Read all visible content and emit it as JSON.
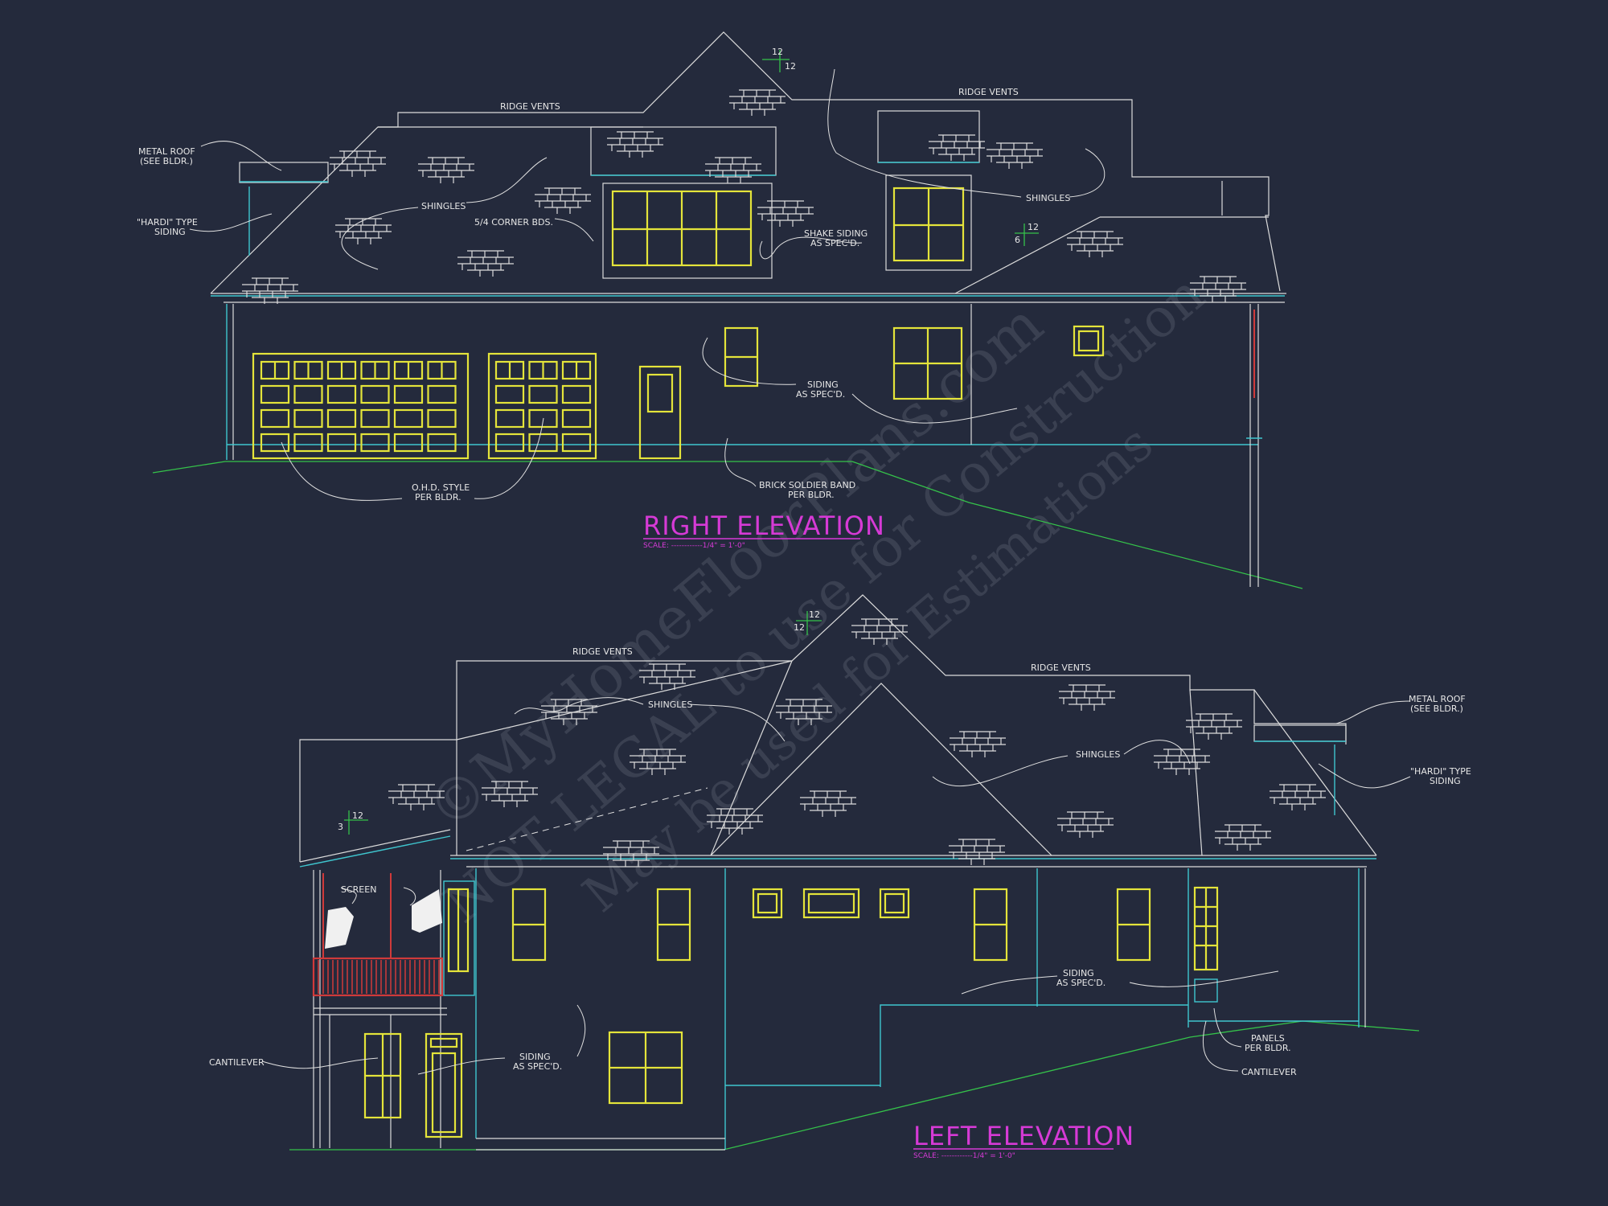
{
  "right_elevation": {
    "title": "RIGHT ELEVATION",
    "scale": "SCALE: ------------1/4\" = 1'-0\"",
    "labels": {
      "ridge_vents_1": "RIDGE VENTS",
      "ridge_vents_2": "RIDGE VENTS",
      "metal_roof_1": "METAL ROOF",
      "metal_roof_2": "(SEE BLDR.)",
      "hardi_1": "\"HARDI\" TYPE",
      "hardi_2": "SIDING",
      "shingles_1": "SHINGLES",
      "shingles_2": "SHINGLES",
      "corner_bds": "5/4 CORNER BDS.",
      "shake_1": "SHAKE SIDING",
      "shake_2": "AS SPEC'D.",
      "siding_1": "SIDING",
      "siding_2": "AS SPEC'D.",
      "ohd_1": "O.H.D. STYLE",
      "ohd_2": "PER BLDR.",
      "brick_1": "BRICK SOLDIER BAND",
      "brick_2": "PER BLDR.",
      "pitch_a_rise": "12",
      "pitch_a_run": "12",
      "pitch_b_rise": "6",
      "pitch_b_run": "12"
    }
  },
  "left_elevation": {
    "title": "LEFT ELEVATION",
    "scale": "SCALE: ------------1/4\" = 1'-0\"",
    "labels": {
      "ridge_vents_1": "RIDGE VENTS",
      "ridge_vents_2": "RIDGE VENTS",
      "metal_roof_1": "METAL ROOF",
      "metal_roof_2": "(SEE BLDR.)",
      "hardi_1": "\"HARDI\" TYPE",
      "hardi_2": "SIDING",
      "shingles_1": "SHINGLES",
      "shingles_2": "SHINGLES",
      "screen": "SCREEN",
      "cantilever_1": "CANTILEVER",
      "cantilever_2": "CANTILEVER",
      "siding_a1": "SIDING",
      "siding_a2": "AS SPEC'D.",
      "siding_b1": "SIDING",
      "siding_b2": "AS SPEC'D.",
      "panels_1": "PANELS",
      "panels_2": "PER BLDR.",
      "pitch_a_rise": "12",
      "pitch_a_run": "12",
      "pitch_b_rise": "3",
      "pitch_b_run": "12"
    }
  },
  "watermark": {
    "line1": "©MyHomeFloorPlans.com",
    "line2": "NOT LEGAL to use for Construction",
    "line3": "May be used for Estimations"
  },
  "colors": {
    "background": "#242a3c",
    "linework": "#dcdcdc",
    "fascia": "#3fc6cf",
    "windows": "#e4e43a",
    "grade": "#35c24a",
    "railing": "#d03a3a",
    "titles": "#d63ad6"
  }
}
